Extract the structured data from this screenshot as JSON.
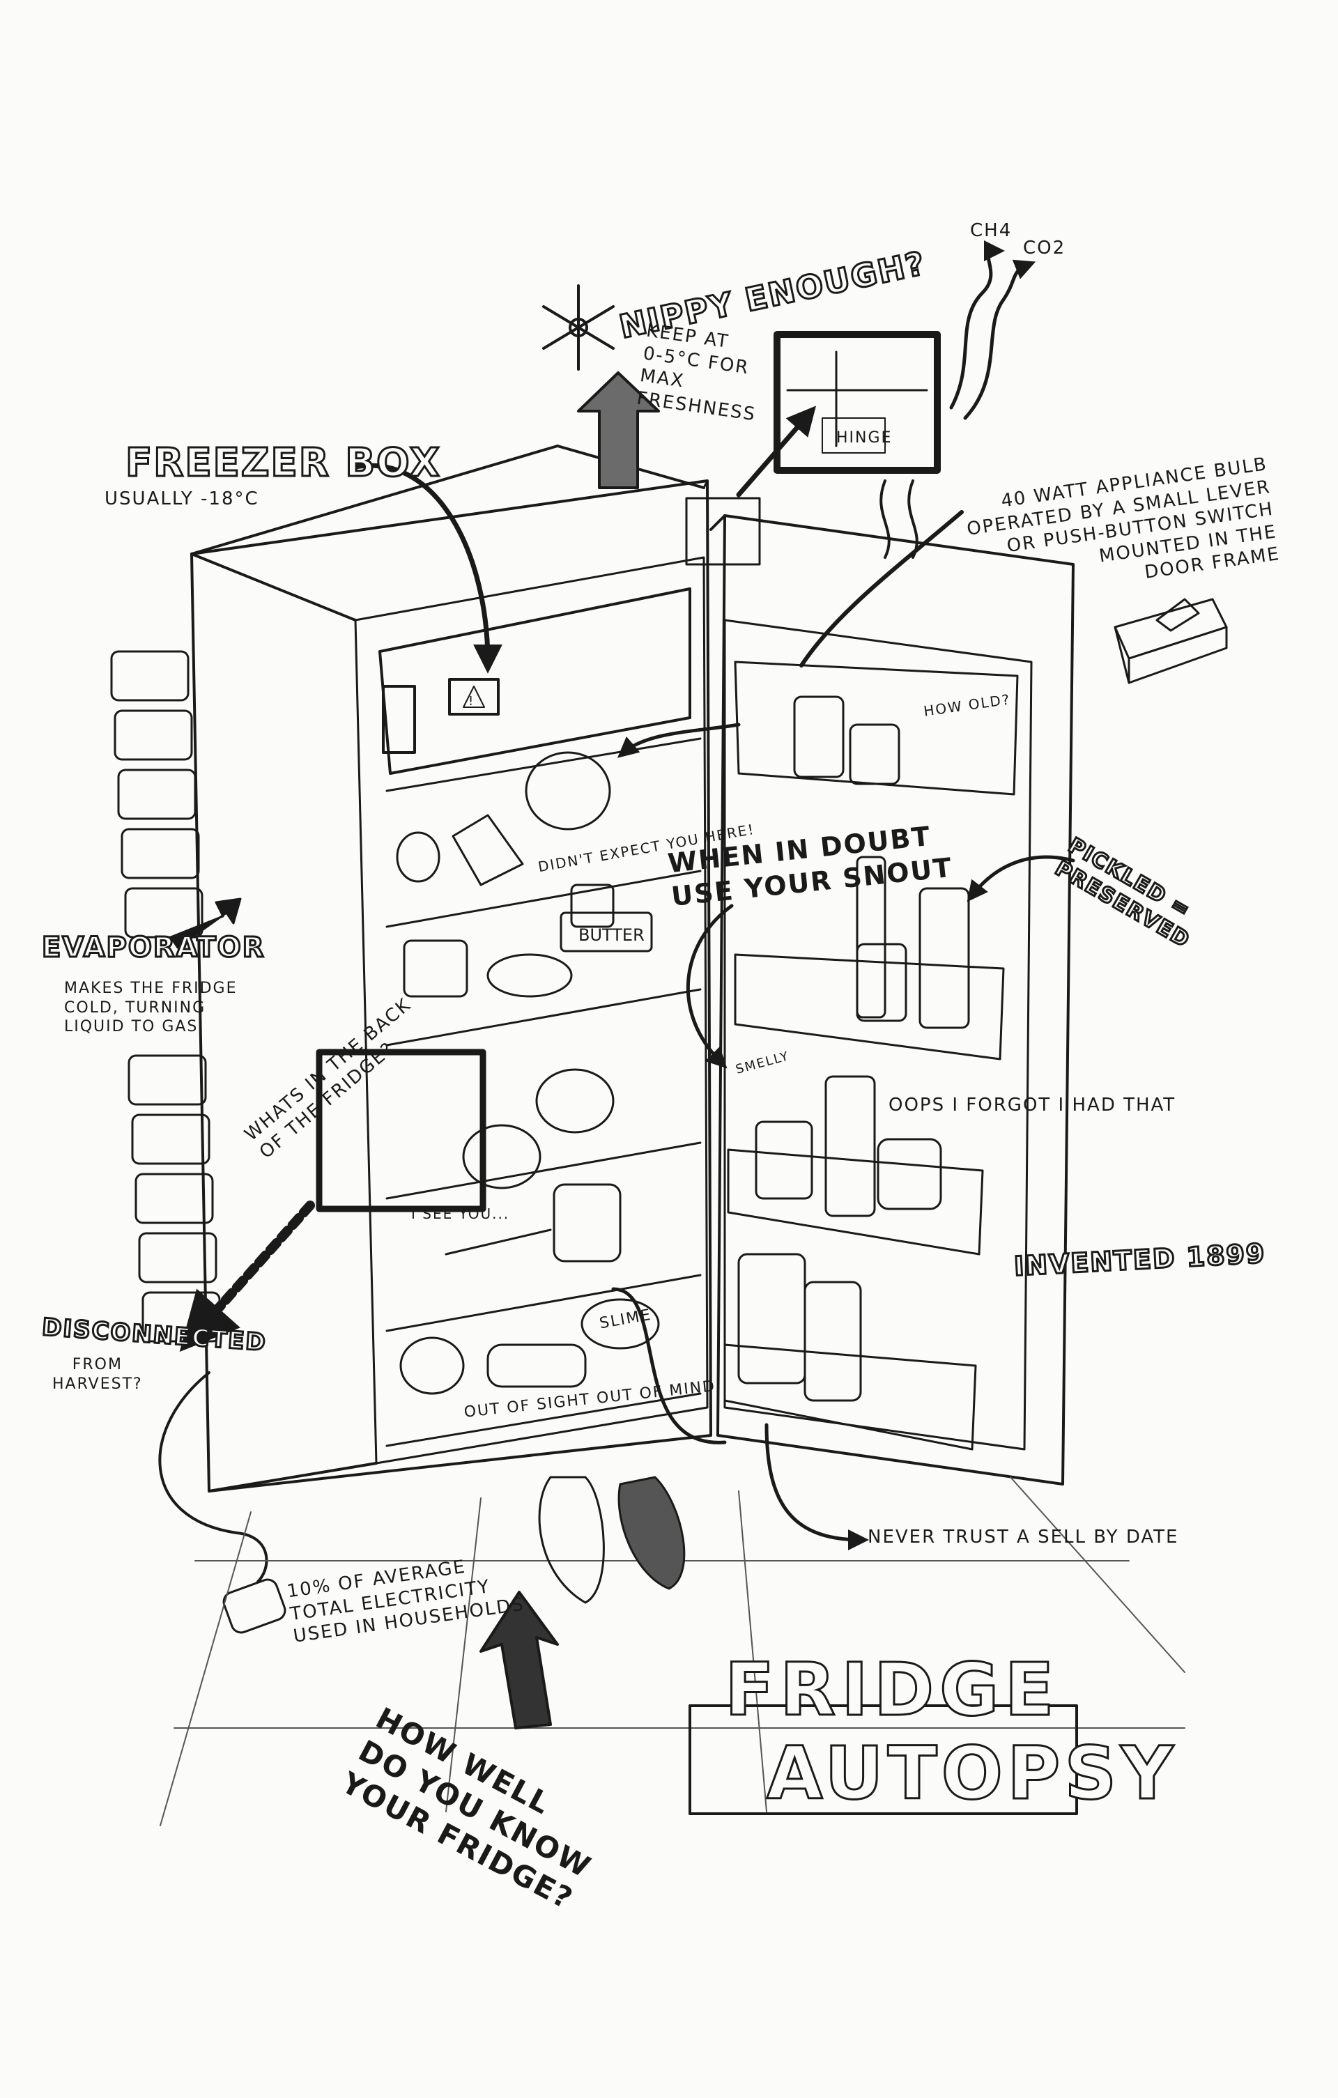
{
  "labels": {
    "freezer_box": "FREEZER BOX",
    "freezer_temp": "USUALLY -18°C",
    "nippy": "Nippy Enough?",
    "keep_at": "KEEP AT\n0-5°C FOR\nMAX\nFRESHNESS",
    "ch4": "CH4",
    "co2": "CO2",
    "hinge": "HINGE",
    "bulb": "40 WATT APPLIANCE BULB\nOPERATED BY A SMALL LEVER\nOR PUSH-BUTTON SWITCH\nMOUNTED IN THE\nDOOR FRAME",
    "how_old": "HOW OLD?",
    "didnt_expect": "DIDN'T EXPECT YOU HERE!",
    "butter": "BUTTER",
    "when_in_doubt": "WHEN IN DOUBT\nUSE YOUR SNOUT",
    "pickled": "PICKLED = PRESERVED",
    "evaporator": "EVAPORATOR",
    "evaporator_desc": "MAKES THE FRIDGE\nCOLD, TURNING\nLIQUID TO GAS",
    "whats_in_back": "WHATS IN THE BACK\nOF THE FRIDGE?",
    "smelly": "SMELLY",
    "oops": "OOPS I FORGOT I HAD THAT",
    "i_see_you": "I SEE YOU...",
    "slime": "SLIME",
    "invented": "INVENTED 1899",
    "disconnected": "DISCONNECTED",
    "from_harvest": "FROM\nHARVEST?",
    "out_of_sight": "OUT OF SIGHT OUT OF MIND",
    "sell_by": "NEVER TRUST A SELL BY DATE",
    "electricity": "10% OF AVERAGE\nTOTAL ELECTRICITY\nUSED IN HOUSEHOLDS",
    "how_well": "HOW WELL\nDO YOU KNOW\nYOUR FRIDGE?",
    "title_line1": "FRIDGE",
    "title_line2": "AUTOPSY"
  },
  "colors": {
    "ink": "#1a1a1a",
    "paper": "#fbfbfa",
    "shade": "#6b6b6b"
  }
}
